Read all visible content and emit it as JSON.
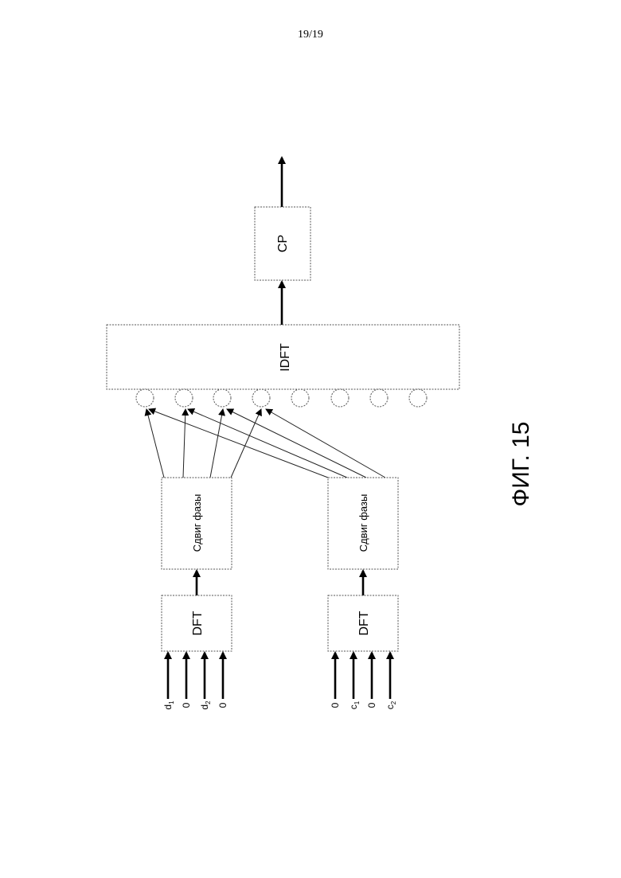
{
  "page": {
    "number": "19/19"
  },
  "figure": {
    "caption": "ФИГ. 15"
  },
  "blocks": {
    "cp": "CP",
    "idft": "IDFT",
    "phase_shift_top": "Сдвиг фазы",
    "phase_shift_bottom": "Сдвиг фазы",
    "dft_top": "DFT",
    "dft_bottom": "DFT"
  },
  "inputs_top": [
    {
      "base": "d",
      "sub": "1"
    },
    {
      "base": "0",
      "sub": ""
    },
    {
      "base": "d",
      "sub": "2"
    },
    {
      "base": "0",
      "sub": ""
    }
  ],
  "inputs_bottom": [
    {
      "base": "0",
      "sub": ""
    },
    {
      "base": "c",
      "sub": "1"
    },
    {
      "base": "0",
      "sub": ""
    },
    {
      "base": "c",
      "sub": "2"
    }
  ],
  "subcarrier_count": 8
}
